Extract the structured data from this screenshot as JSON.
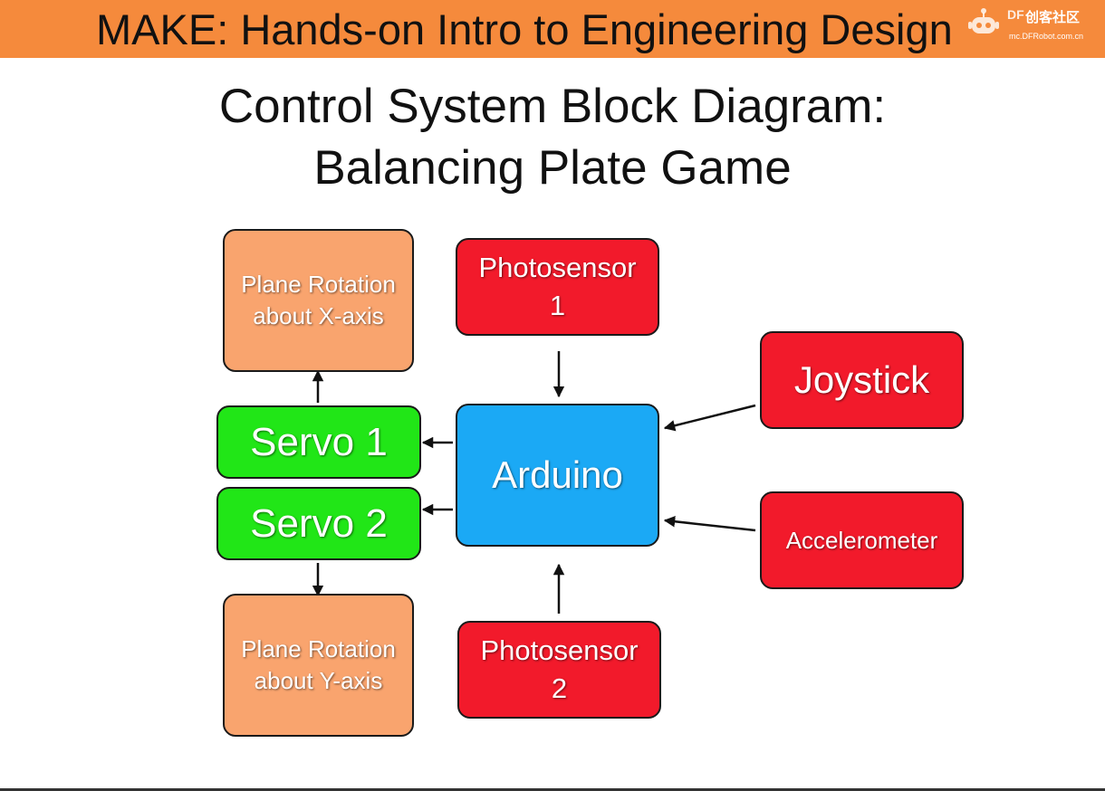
{
  "header": {
    "title": "MAKE: Hands-on Intro to Engineering Design",
    "background_color": "#f58a3c"
  },
  "watermark": {
    "brand_prefix": "DF",
    "name": "创客社区",
    "url": "mc.DFRobot.com.cn",
    "icon": "robot-logo-icon"
  },
  "slide": {
    "title_line1": "Control System Block Diagram:",
    "title_line2": "Balancing Plate Game"
  },
  "diagram": {
    "colors": {
      "output": "#f9a46e",
      "actuator": "#21e617",
      "controller": "#1ba9f5",
      "sensor": "#f21a2b"
    },
    "blocks": {
      "plane_x": {
        "line1": "Plane Rotation",
        "line2": "about X-axis"
      },
      "photosensor1": {
        "line1": "Photosensor",
        "line2": "1"
      },
      "joystick": {
        "label": "Joystick"
      },
      "servo1": {
        "label": "Servo 1"
      },
      "arduino": {
        "label": "Arduino"
      },
      "servo2": {
        "label": "Servo 2"
      },
      "accelerometer": {
        "label": "Accelerometer"
      },
      "plane_y": {
        "line1": "Plane Rotation",
        "line2": "about Y-axis"
      },
      "photosensor2": {
        "line1": "Photosensor",
        "line2": "2"
      }
    }
  }
}
